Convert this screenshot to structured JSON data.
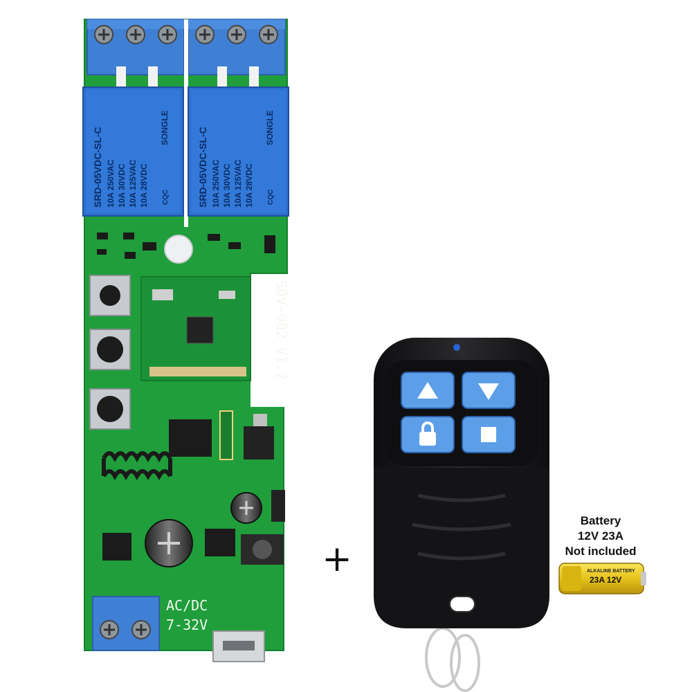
{
  "board": {
    "model_label": "SDV-002_V1.2",
    "power_label_line1": "AC/DC",
    "power_label_line2": "7-32V",
    "relay_1": {
      "brand": "SONGLE",
      "line1": "10A 250VAC",
      "line2": "10A 30VDC",
      "line3": "10A 125VAC",
      "line4": "10A 28VDC",
      "model": "SRD-05VDC-SL-C",
      "cert": "CQC"
    },
    "relay_2": {
      "brand": "SONGLE",
      "line1": "10A 250VAC",
      "line2": "10A 30VDC",
      "line3": "10A 125VAC",
      "line4": "10A 28VDC",
      "model": "SRD-05VDC-SL-C",
      "cert": "CQC"
    },
    "colors": {
      "pcb": "#1f9e3b",
      "terminal": "#3f7fd4",
      "relay": "#2e6fcf"
    }
  },
  "plus_sign": "+",
  "remote": {
    "colors": {
      "body": "#1b1b1d",
      "buttons": "#5c9ee8"
    },
    "buttons": [
      {
        "icon": "triangle-up-icon"
      },
      {
        "icon": "triangle-down-icon"
      },
      {
        "icon": "lock-icon"
      },
      {
        "icon": "square-stop-icon"
      }
    ]
  },
  "battery": {
    "caption_line1": "Battery",
    "caption_line2": "12V 23A",
    "caption_line3": "Not included",
    "label_top": "ALKALINE BATTERY",
    "label_model": "23A 12V",
    "colors": {
      "label": "#f2d21b"
    }
  }
}
